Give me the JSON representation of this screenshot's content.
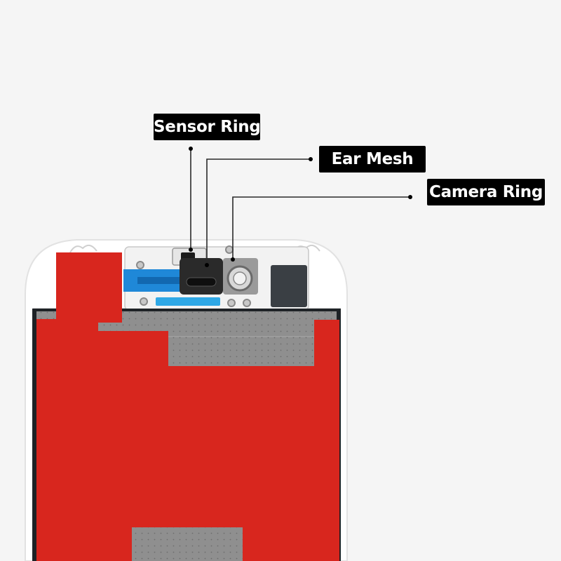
{
  "callouts": {
    "sensor_ring": {
      "label": "Sensor Ring"
    },
    "ear_mesh": {
      "label": "Ear Mesh"
    },
    "camera_ring": {
      "label": "Camera Ring"
    }
  },
  "colors": {
    "background": "#f5f5f5",
    "frame": "#ffffff",
    "adhesive_red": "#d8261e",
    "shield_metal": "#8e8e8e",
    "flex_blue": "#1f88d8",
    "label_bg": "#000000",
    "label_text": "#ffffff"
  }
}
